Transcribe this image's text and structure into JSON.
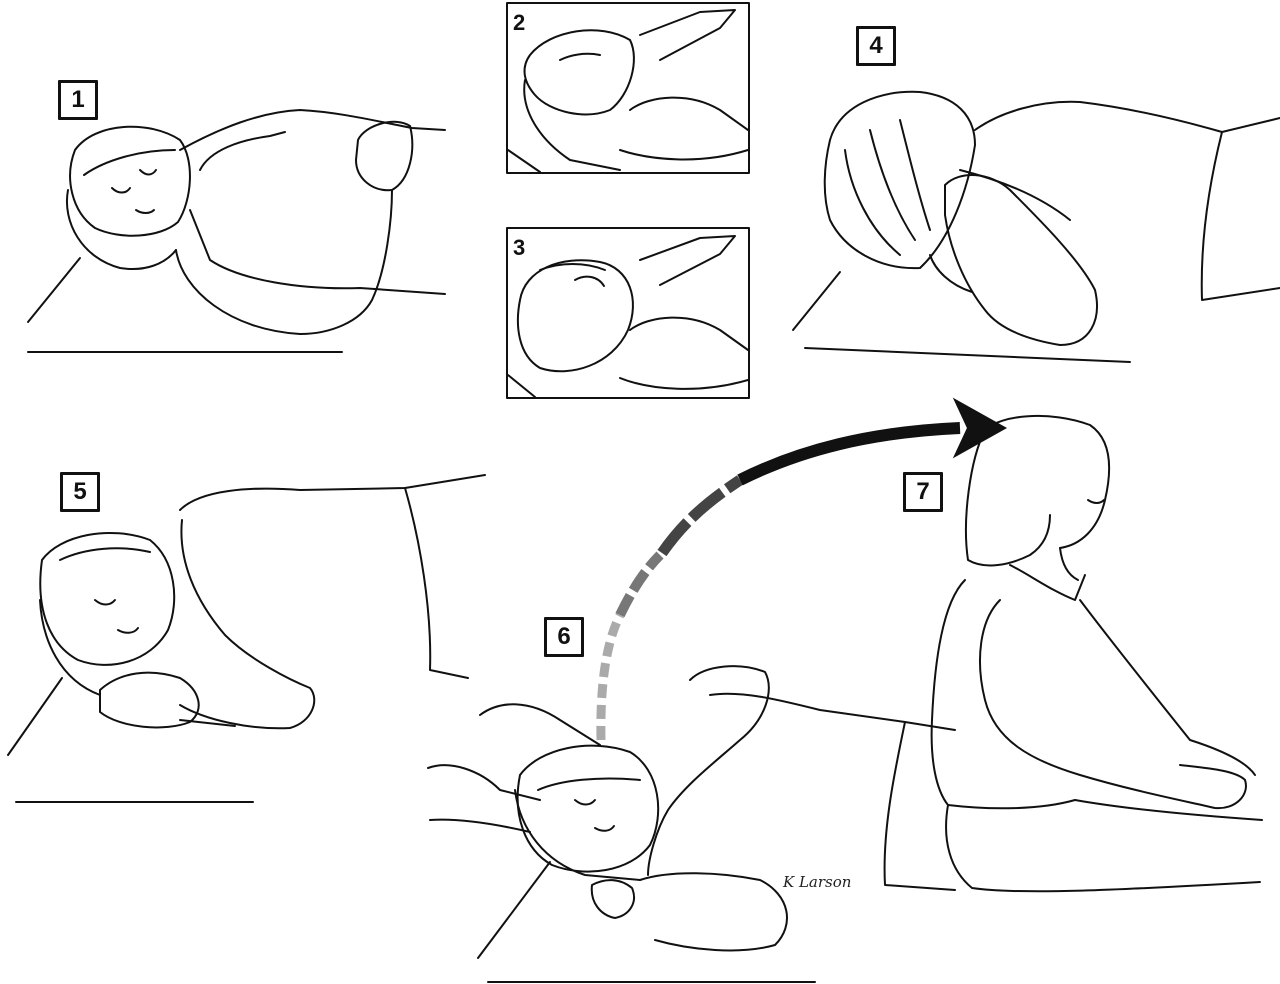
{
  "steps": [
    {
      "id": "1",
      "label": "1"
    },
    {
      "id": "2",
      "label": "2"
    },
    {
      "id": "3",
      "label": "3"
    },
    {
      "id": "4",
      "label": "4"
    },
    {
      "id": "5",
      "label": "5"
    },
    {
      "id": "6",
      "label": "6"
    },
    {
      "id": "7",
      "label": "7"
    }
  ],
  "signature": "K Larson",
  "colors": {
    "line": "#111111",
    "background": "#ffffff",
    "arrow_dark": "#111111",
    "arrow_mid": "#555555",
    "arrow_light": "#aaaaaa"
  }
}
